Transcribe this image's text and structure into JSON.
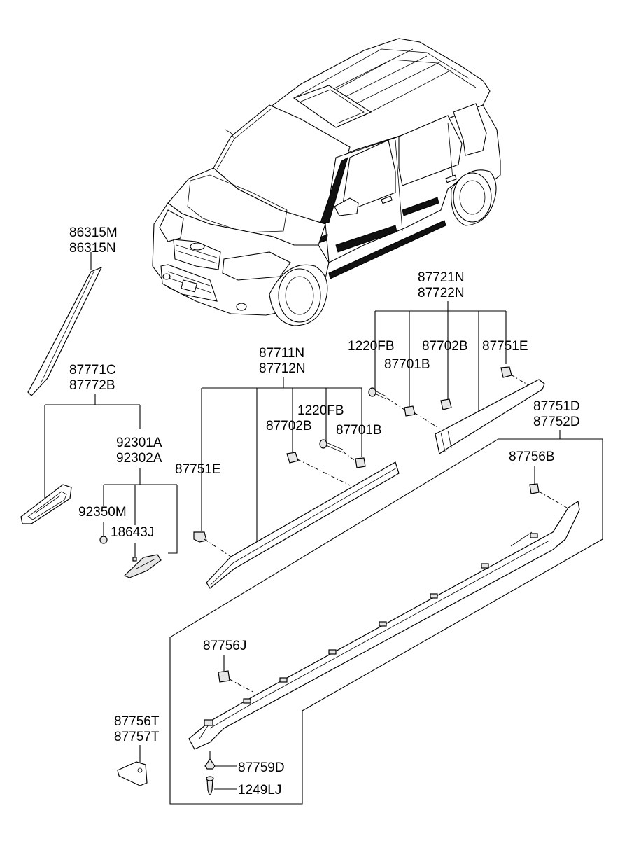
{
  "parts": {
    "a_pillar": [
      "86315M",
      "86315N"
    ],
    "garnish_front": [
      "87771C",
      "87772B"
    ],
    "side_repeater": [
      "92301A",
      "92302A"
    ],
    "bulb": "92350M",
    "socket": "18643J",
    "front_door_moulding": [
      "87711N",
      "87712N"
    ],
    "rear_door_moulding": [
      "87721N",
      "87722N"
    ],
    "fender_clip_left": "87751E",
    "screw_front": "1220FB",
    "clip_702_front": "87702B",
    "clip_701_front": "87701B",
    "screw_rear": "1220FB",
    "clip_701_rear": "87701B",
    "clip_702_rear": "87702B",
    "clip_751_rear": "87751E",
    "side_sill": [
      "87751D",
      "87752D"
    ],
    "sill_clip_b": "87756B",
    "sill_clip_j": "87756J",
    "mud_guard": [
      "87756T",
      "87757T"
    ],
    "sill_clip_d": "87759D",
    "sill_screw": "1249LJ"
  }
}
